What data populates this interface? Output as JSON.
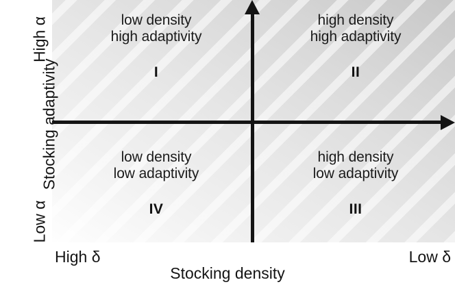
{
  "figure": {
    "type": "2x2-quadrant-conceptual-diagram",
    "axes": {
      "x": {
        "title": "Stocking density",
        "low_end_label": "High δ",
        "high_end_label": "Low δ",
        "arrow": "right"
      },
      "y": {
        "title": "Stocking adaptivity",
        "low_end_label": "Low α",
        "high_end_label": "High α",
        "arrow": "up"
      }
    },
    "quadrants": [
      {
        "numeral": "I",
        "position": "top-left",
        "description": "low density\nhigh adaptivity"
      },
      {
        "numeral": "II",
        "position": "top-right",
        "description": "high density\nhigh adaptivity"
      },
      {
        "numeral": "III",
        "position": "bottom-right",
        "description": "high density\nlow adaptivity"
      },
      {
        "numeral": "IV",
        "position": "bottom-left",
        "description": "low density\nlow adaptivity"
      }
    ],
    "colors": {
      "axis": "#141414",
      "text": "#1b1b1b",
      "background_light": "#fefefe",
      "background_dark": "#c7c7c7"
    }
  }
}
